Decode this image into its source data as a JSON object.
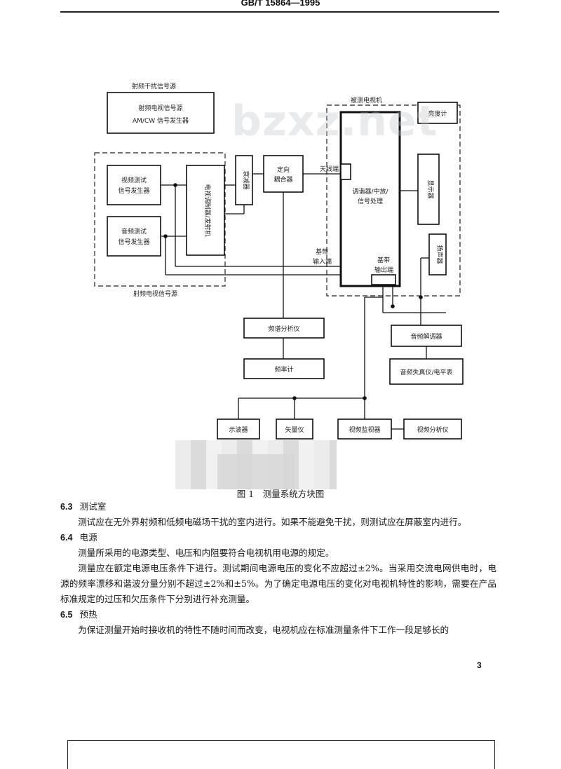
{
  "header": {
    "standard_code": "GB/T 15864—1995"
  },
  "watermark": "bzxz.net",
  "diagram": {
    "group_rf_interference": "射频干扰信号源",
    "rf_tv_signal_gen_line1": "射频电视信号源",
    "rf_tv_signal_gen_line2": "AM/CW 信号发生器",
    "group_rf_tv_signal": "射频电视信号源",
    "video_test_gen_line1": "视频测试",
    "video_test_gen_line2": "信号发生器",
    "audio_test_gen_line1": "音频测试",
    "audio_test_gen_line2": "信号发生器",
    "tv_modulator": "电视调制器/发射机",
    "attenuator": "衰减器",
    "directional_coupler_line1": "定向",
    "directional_coupler_line2": "耦合器",
    "tv_under_test": "被测电视机",
    "antenna_port": "天线端",
    "tuner_if_line1": "调谐器/中放/",
    "tuner_if_line2": "信号处理",
    "baseband_input_line1": "基带",
    "baseband_input_line2": "输入端",
    "baseband_output_line1": "基带",
    "baseband_output_line2": "输出端",
    "luminance_meter": "亮度计",
    "display": "显示器",
    "speaker": "扬声器",
    "spectrum_analyzer": "频谱分析仪",
    "frequency_meter": "频率计",
    "audio_demodulator": "音频解调器",
    "audio_distortion_meter": "音频失真仪/电平表",
    "oscilloscope": "示波器",
    "vectorscope": "矢量仪",
    "video_monitor": "视频监视器",
    "video_analyzer": "视频分析仪"
  },
  "figure_caption": "图 1　测量系统方块图",
  "sections": [
    {
      "number": "6.3",
      "title": "测试室",
      "paragraphs": [
        "测试应在无外界射频和低频电磁场干扰的室内进行。如果不能避免干扰，则测试应在屏蔽室内进行。"
      ]
    },
    {
      "number": "6.4",
      "title": "电源",
      "paragraphs": [
        "测量所采用的电源类型、电压和内阻要符合电视机用电源的规定。",
        "测量应在额定电源电压条件下进行。测试期间电源电压的变化不应超过±2%。当采用交流电网供电时，电源的频率漂移和谐波分量分别不超过±2%和±5%。为了确定电源电压的变化对电视机特性的影响，需要在产品标准规定的过压和欠压条件下分别进行补充测量。"
      ]
    },
    {
      "number": "6.5",
      "title": "预热",
      "paragraphs": [
        "为保证测量开始时接收机的特性不随时间而改变，电视机应在标准测量条件下工作一段足够长的"
      ]
    }
  ],
  "page_number": "3"
}
